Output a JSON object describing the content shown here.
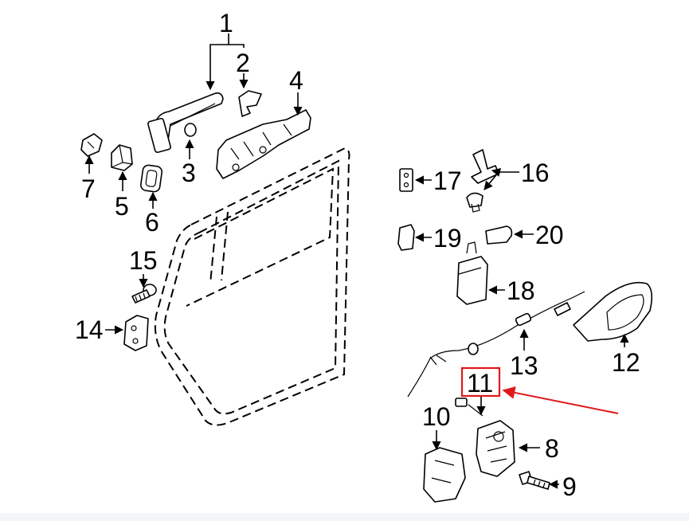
{
  "callouts": [
    {
      "id": "1",
      "label": "1"
    },
    {
      "id": "2",
      "label": "2"
    },
    {
      "id": "3",
      "label": "3"
    },
    {
      "id": "4",
      "label": "4"
    },
    {
      "id": "5",
      "label": "5"
    },
    {
      "id": "6",
      "label": "6"
    },
    {
      "id": "7",
      "label": "7"
    },
    {
      "id": "8",
      "label": "8"
    },
    {
      "id": "9",
      "label": "9"
    },
    {
      "id": "10",
      "label": "10"
    },
    {
      "id": "11",
      "label": "11"
    },
    {
      "id": "12",
      "label": "12"
    },
    {
      "id": "13",
      "label": "13"
    },
    {
      "id": "14",
      "label": "14"
    },
    {
      "id": "15",
      "label": "15"
    },
    {
      "id": "16",
      "label": "16"
    },
    {
      "id": "17",
      "label": "17"
    },
    {
      "id": "18",
      "label": "18"
    },
    {
      "id": "19",
      "label": "19"
    },
    {
      "id": "20",
      "label": "20"
    }
  ],
  "highlight": {
    "part": "11",
    "color": "#e0191c"
  }
}
